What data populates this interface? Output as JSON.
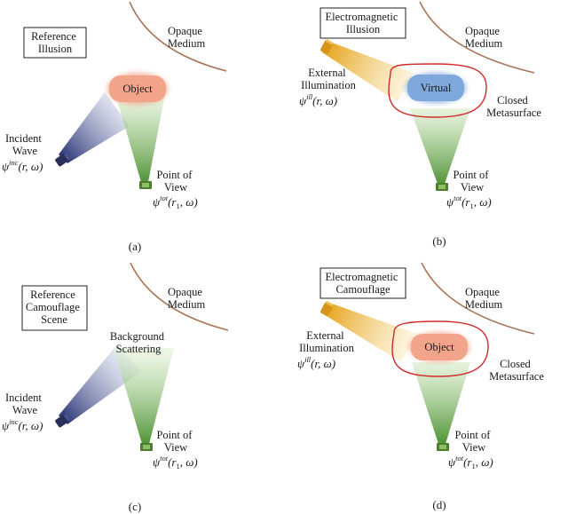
{
  "panels": {
    "a": {
      "caption": "(a)",
      "scene_box": [
        "Reference",
        "Illusion"
      ],
      "medium": [
        "Opaque",
        "Medium"
      ],
      "object": "Object",
      "source": [
        "Incident",
        "Wave"
      ],
      "source_symbol": {
        "base": "ψ",
        "sup": "inc",
        "args": "(r, ω)"
      },
      "viewer": [
        "Point of",
        "View"
      ],
      "viewer_symbol": {
        "base": "ψ",
        "sup": "tot",
        "args_pre": "(r",
        "sub": "1",
        "args_post": ", ω)"
      }
    },
    "b": {
      "caption": "(b)",
      "scene_box": [
        "Electromagnetic",
        "Illusion"
      ],
      "medium": [
        "Opaque",
        "Medium"
      ],
      "object": "Virtual",
      "source": [
        "External",
        "Illumination"
      ],
      "source_symbol": {
        "base": "ψ",
        "sup": "ill",
        "args": "(r, ω)"
      },
      "metasurface": [
        "Closed",
        "Metasurface"
      ],
      "viewer": [
        "Point of",
        "View"
      ],
      "viewer_symbol": {
        "base": "ψ",
        "sup": "tot",
        "args_pre": "(r",
        "sub": "1",
        "args_post": ", ω)"
      }
    },
    "c": {
      "caption": "(c)",
      "scene_box": [
        "Reference",
        "Camouflage",
        "Scene"
      ],
      "medium": [
        "Opaque",
        "Medium"
      ],
      "scattering": [
        "Background",
        "Scattering"
      ],
      "source": [
        "Incident",
        "Wave"
      ],
      "source_symbol": {
        "base": "ψ",
        "sup": "inc",
        "args": "(r, ω)"
      },
      "viewer": [
        "Point of",
        "View"
      ],
      "viewer_symbol": {
        "base": "ψ",
        "sup": "tot",
        "args_pre": "(r",
        "sub": "1",
        "args_post": ", ω)"
      }
    },
    "d": {
      "caption": "(d)",
      "scene_box": [
        "Electromagnetic",
        "Camouflage"
      ],
      "medium": [
        "Opaque",
        "Medium"
      ],
      "object": "Object",
      "source": [
        "External",
        "Illumination"
      ],
      "source_symbol": {
        "base": "ψ",
        "sup": "ill",
        "args": "(r, ω)"
      },
      "metasurface": [
        "Closed",
        "Metasurface"
      ],
      "viewer": [
        "Point of",
        "View"
      ],
      "viewer_symbol": {
        "base": "ψ",
        "sup": "tot",
        "args_pre": "(r",
        "sub": "1",
        "args_post": ", ω)"
      }
    }
  },
  "colors": {
    "medium_curve": "#a9775a",
    "incident_beam": "#3a4a88",
    "illumination_beam": "#e8b23a",
    "view_beam": "#5aa040",
    "object_fill": "#f2a58a",
    "virtual_fill": "#7fa8dc",
    "metasurface": "#d22a2a"
  }
}
